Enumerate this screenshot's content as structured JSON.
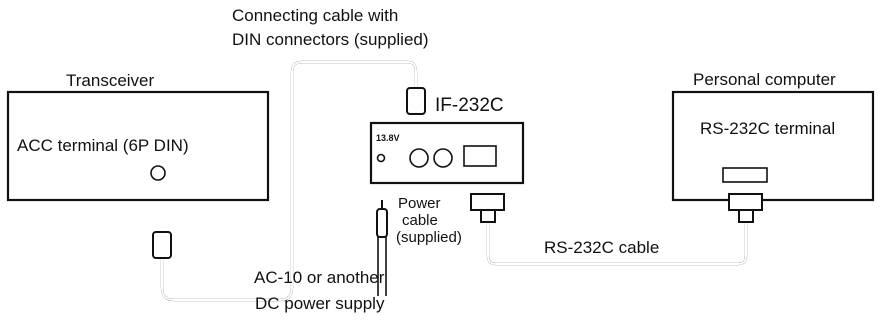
{
  "labels": {
    "cable_top_line1": "Connecting cable with",
    "cable_top_line2": "DIN connectors (supplied)",
    "transceiver": "Transceiver",
    "acc_terminal": "ACC terminal (6P DIN)",
    "interface_name": "IF-232C",
    "voltage": "13.8V",
    "personal_computer": "Personal computer",
    "rs232c_terminal": "RS-232C terminal",
    "power_cable_line1": "Power",
    "power_cable_line2": "cable",
    "power_cable_line3": "(supplied)",
    "rs232c_cable": "RS-232C cable",
    "supply_line1": "AC-10 or another",
    "supply_line2": "DC power supply"
  }
}
